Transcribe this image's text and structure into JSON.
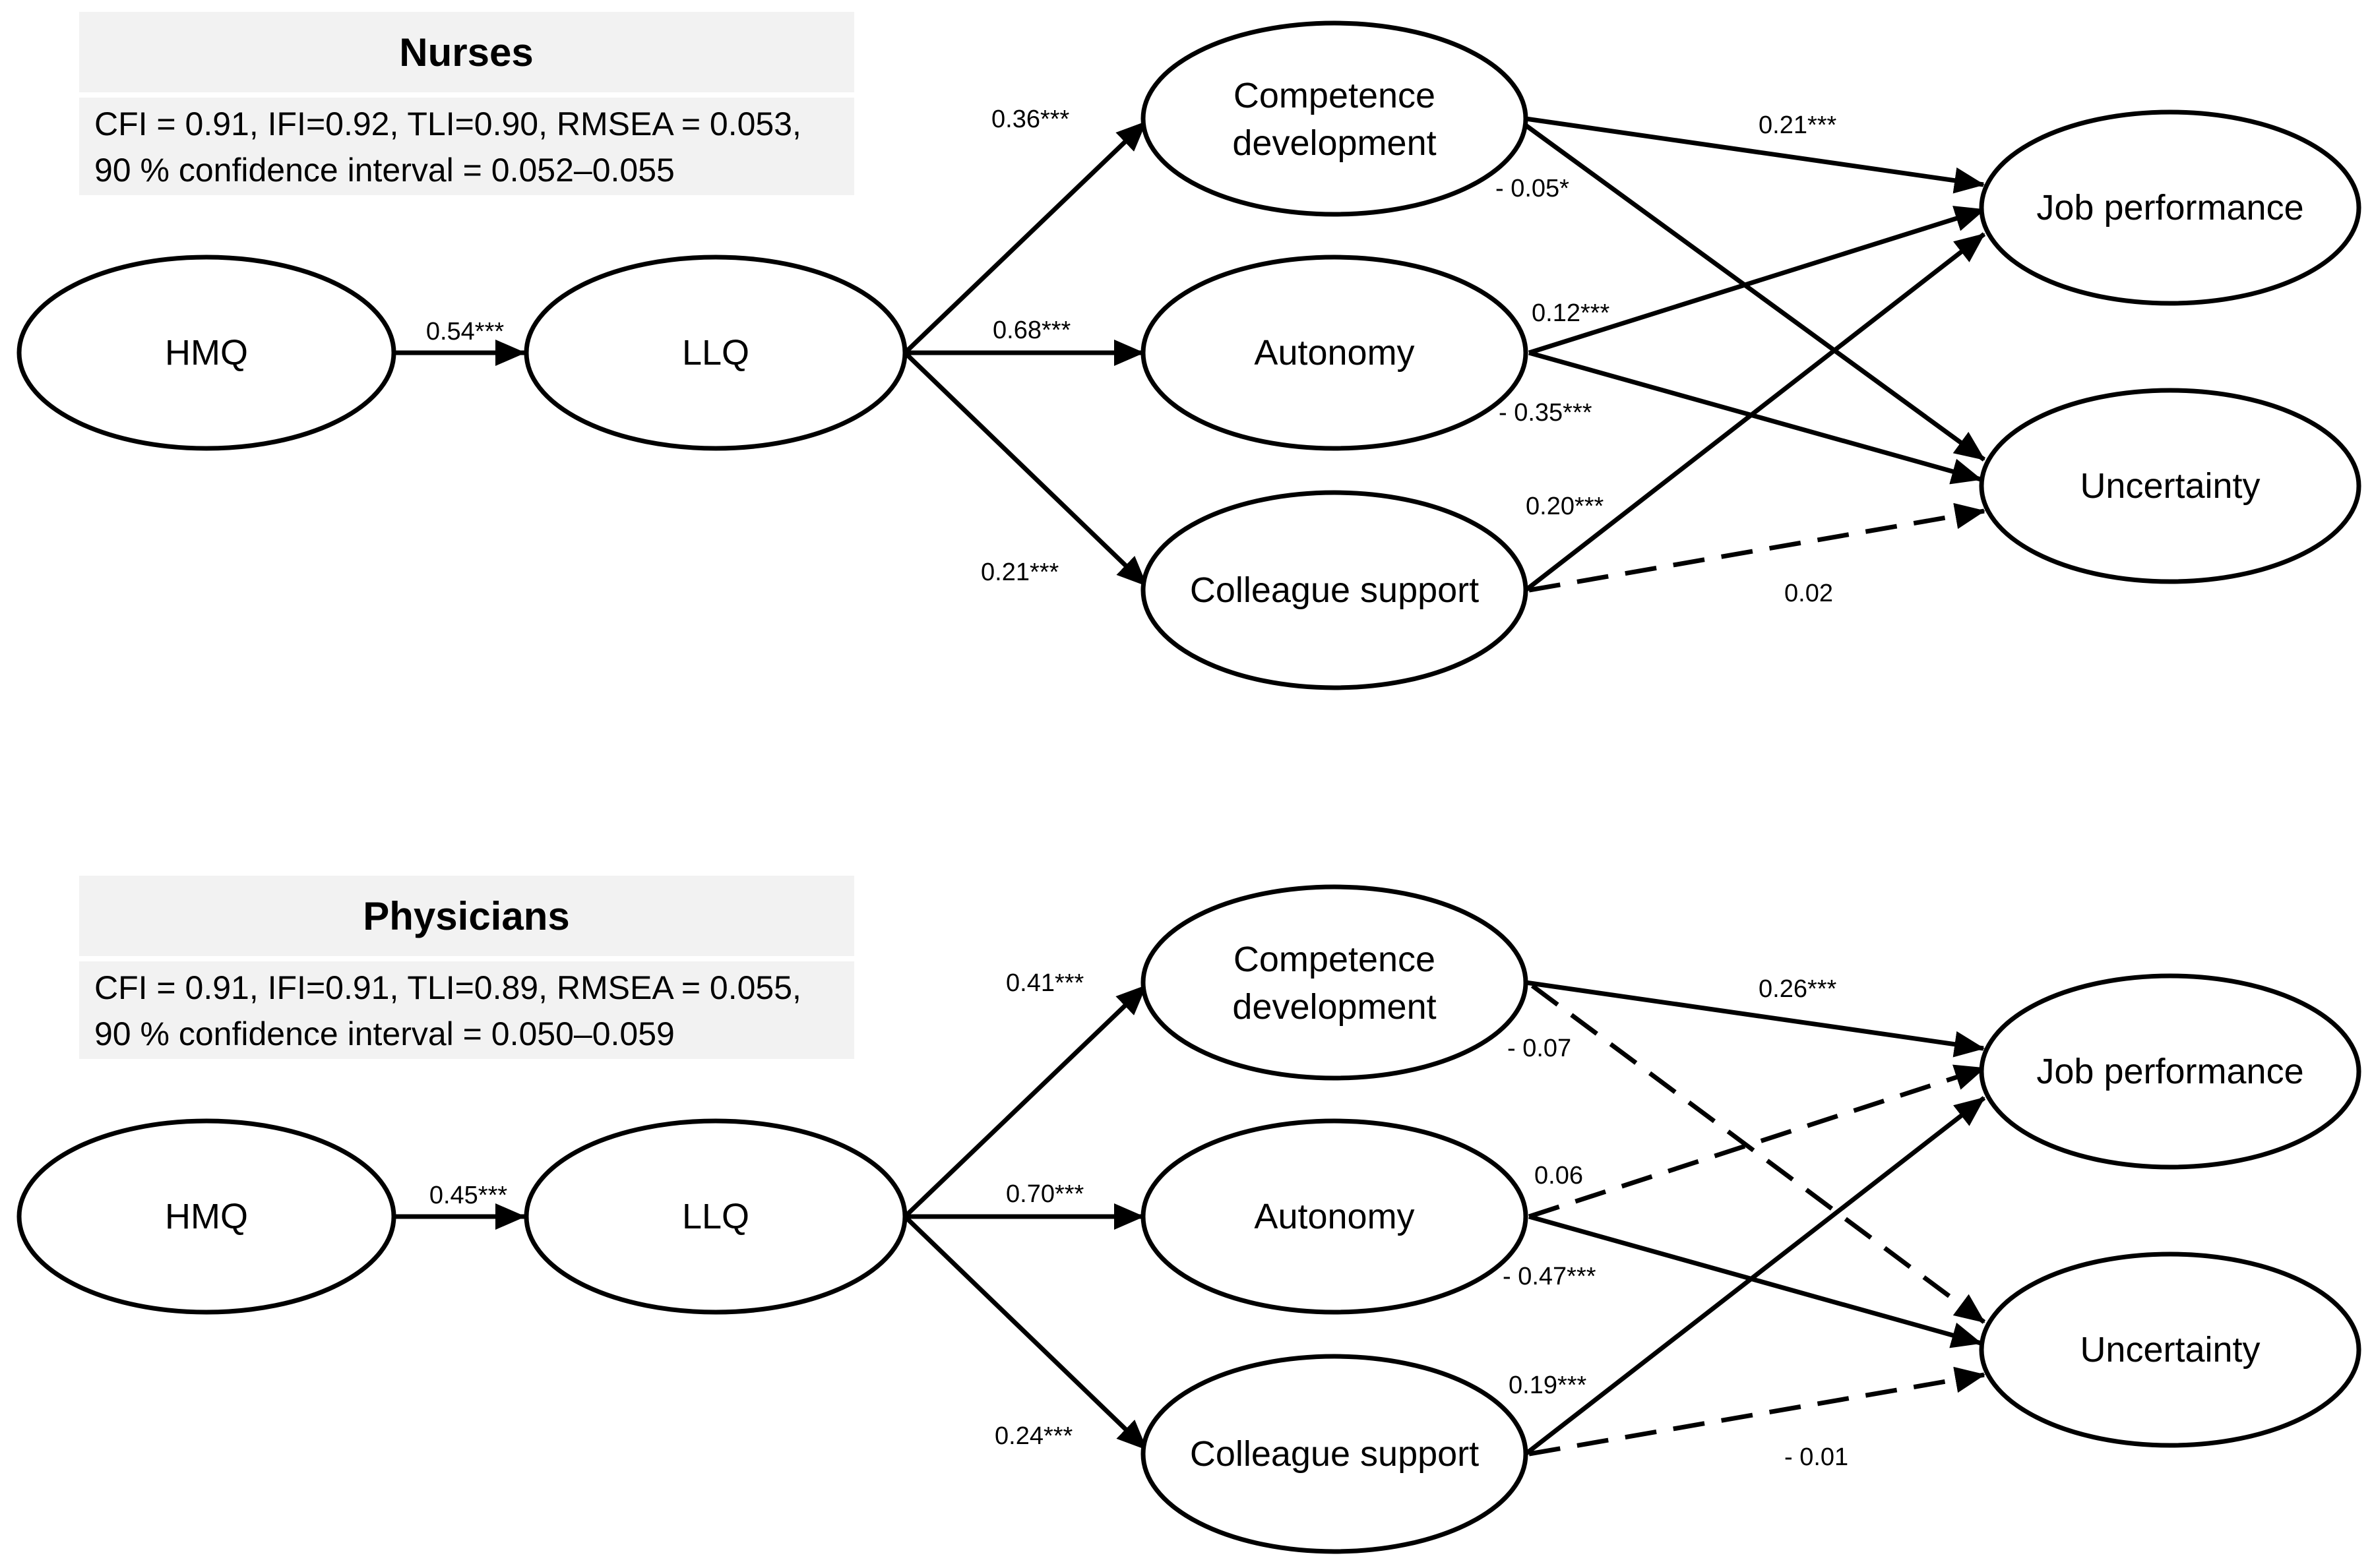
{
  "colors": {
    "line": "#000000",
    "fill": "#ffffff",
    "header_bg": "#f2f2f2"
  },
  "panels": [
    {
      "title": "Nurses",
      "fit_line1": "CFI = 0.91, IFI=0.92, TLI=0.90, RMSEA = 0.053,",
      "fit_line2": "90 % confidence interval  = 0.052–0.055",
      "nodes": {
        "hmq": [
          "HMQ"
        ],
        "llq": [
          "LLQ"
        ],
        "competence": [
          "Competence",
          "development"
        ],
        "autonomy": [
          "Autonomy"
        ],
        "colleague": [
          "Colleague support"
        ],
        "jobperf": [
          "Job performance"
        ],
        "uncertainty": [
          "Uncertainty"
        ]
      },
      "edges": [
        {
          "id": "hmq-llq",
          "label": "0.54***",
          "dashed": false
        },
        {
          "id": "llq-competence",
          "label": "0.36***",
          "dashed": false
        },
        {
          "id": "llq-autonomy",
          "label": "0.68***",
          "dashed": false
        },
        {
          "id": "llq-colleague",
          "label": "0.21***",
          "dashed": false
        },
        {
          "id": "competence-jobperf",
          "label": "0.21***",
          "dashed": false
        },
        {
          "id": "competence-uncertainty",
          "label": "- 0.05*",
          "dashed": false
        },
        {
          "id": "autonomy-jobperf",
          "label": "0.12***",
          "dashed": false
        },
        {
          "id": "autonomy-uncertainty",
          "label": "- 0.35***",
          "dashed": false
        },
        {
          "id": "colleague-jobperf",
          "label": "0.20***",
          "dashed": false
        },
        {
          "id": "colleague-uncertainty",
          "label": "0.02",
          "dashed": true
        }
      ]
    },
    {
      "title": "Physicians",
      "fit_line1": "CFI = 0.91, IFI=0.91, TLI=0.89, RMSEA = 0.055,",
      "fit_line2": "90 % confidence interval  = 0.050–0.059",
      "nodes": {
        "hmq": [
          "HMQ"
        ],
        "llq": [
          "LLQ"
        ],
        "competence": [
          "Competence",
          "development"
        ],
        "autonomy": [
          "Autonomy"
        ],
        "colleague": [
          "Colleague support"
        ],
        "jobperf": [
          "Job performance"
        ],
        "uncertainty": [
          "Uncertainty"
        ]
      },
      "edges": [
        {
          "id": "hmq-llq",
          "label": "0.45***",
          "dashed": false
        },
        {
          "id": "llq-competence",
          "label": "0.41***",
          "dashed": false
        },
        {
          "id": "llq-autonomy",
          "label": "0.70***",
          "dashed": false
        },
        {
          "id": "llq-colleague",
          "label": "0.24***",
          "dashed": false
        },
        {
          "id": "competence-jobperf",
          "label": "0.26***",
          "dashed": false
        },
        {
          "id": "competence-uncertainty",
          "label": "- 0.07",
          "dashed": true
        },
        {
          "id": "autonomy-jobperf",
          "label": "0.06",
          "dashed": true
        },
        {
          "id": "autonomy-uncertainty",
          "label": "- 0.47***",
          "dashed": false
        },
        {
          "id": "colleague-jobperf",
          "label": "0.19***",
          "dashed": false
        },
        {
          "id": "colleague-uncertainty",
          "label": "- 0.01",
          "dashed": true
        }
      ]
    }
  ]
}
